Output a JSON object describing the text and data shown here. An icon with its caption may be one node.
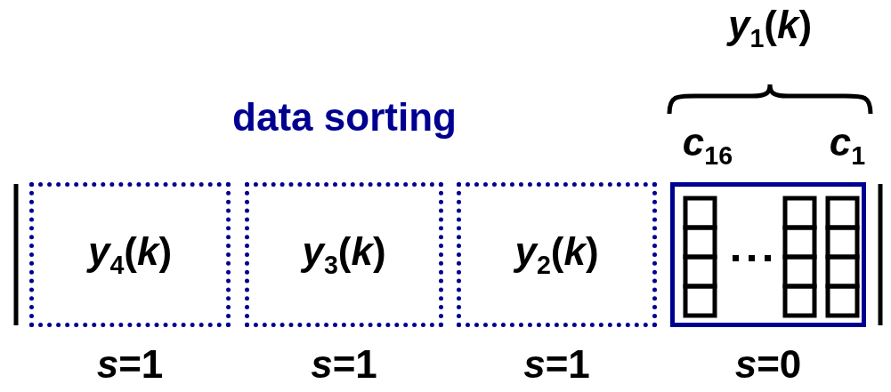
{
  "diagram": {
    "nodes": [
      {
        "text": [
          "*y*$_{4}$(*k*)"
        ],
        "beside": [
          "*s*=1"
        ]
      },
      {
        "text": [
          "*y*$_{3}$(*k*)"
        ],
        "beside": [
          "*s*=1"
        ]
      },
      {
        "text": [
          "*y*$_{2}$(*k*)"
        ],
        "beside": [
          "*s*=1"
        ]
      },
      {
        "text": [],
        "shape": "box",
        "beside": [
          "*s*=0"
        ]
      }
    ],
    "labels": [
      "data sorting",
      "*y*$_{1}$(*k*)",
      "*c*$_{16}$",
      "*c*$_{1}$"
    ]
  }
}
